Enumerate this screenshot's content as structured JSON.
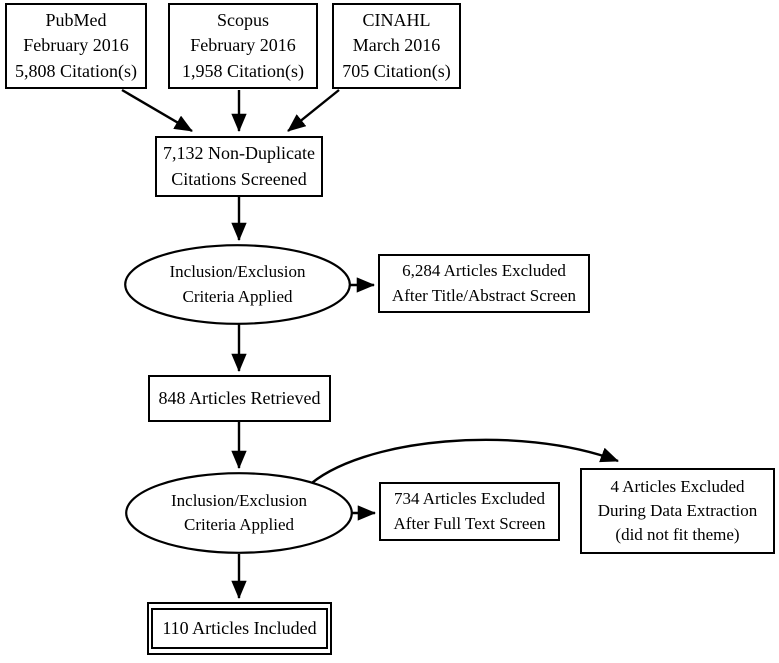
{
  "diagram": {
    "title": "Literature search and selection flow diagram",
    "type": "flowchart",
    "stroke_color": "#000000",
    "background_color": "#ffffff",
    "text_color": "#000000",
    "nodes": {
      "pubmed": {
        "shape": "rectangle",
        "lines": [
          "PubMed",
          "February 2016",
          "5,808 Citation(s)"
        ]
      },
      "scopus": {
        "shape": "rectangle",
        "lines": [
          "Scopus",
          "February 2016",
          "1,958 Citation(s)"
        ]
      },
      "cinahl": {
        "shape": "rectangle",
        "lines": [
          "CINAHL",
          "March 2016",
          "705 Citation(s)"
        ]
      },
      "nonduplicate": {
        "shape": "rectangle",
        "lines": [
          "7,132 Non-Duplicate",
          "Citations Screened"
        ]
      },
      "criteria_title_abstract": {
        "shape": "ellipse",
        "lines": [
          "Inclusion/Exclusion",
          "Criteria Applied"
        ]
      },
      "excluded_title_abstract": {
        "shape": "rectangle",
        "lines": [
          "6,284 Articles Excluded",
          "After Title/Abstract Screen"
        ]
      },
      "retrieved": {
        "shape": "rectangle",
        "lines": [
          "848 Articles Retrieved"
        ]
      },
      "criteria_full_text": {
        "shape": "ellipse",
        "lines": [
          "Inclusion/Exclusion",
          "Criteria Applied"
        ]
      },
      "excluded_full_text": {
        "shape": "rectangle",
        "lines": [
          "734 Articles Excluded",
          "After Full Text Screen"
        ]
      },
      "excluded_data_extraction": {
        "shape": "rectangle",
        "lines": [
          "4 Articles Excluded",
          "During Data Extraction",
          "(did not fit theme)"
        ]
      },
      "included": {
        "shape": "rectangle-double",
        "lines": [
          "110 Articles Included"
        ]
      }
    },
    "edges": [
      {
        "from": "pubmed",
        "to": "nonduplicate",
        "style": "straight-arrow"
      },
      {
        "from": "scopus",
        "to": "nonduplicate",
        "style": "straight-arrow"
      },
      {
        "from": "cinahl",
        "to": "nonduplicate",
        "style": "straight-arrow"
      },
      {
        "from": "nonduplicate",
        "to": "criteria_title_abstract",
        "style": "straight-arrow"
      },
      {
        "from": "criteria_title_abstract",
        "to": "excluded_title_abstract",
        "style": "straight-arrow"
      },
      {
        "from": "criteria_title_abstract",
        "to": "retrieved",
        "style": "straight-arrow"
      },
      {
        "from": "retrieved",
        "to": "criteria_full_text",
        "style": "straight-arrow"
      },
      {
        "from": "criteria_full_text",
        "to": "excluded_full_text",
        "style": "straight-arrow"
      },
      {
        "from": "criteria_full_text",
        "to": "excluded_data_extraction",
        "style": "curved-arrow"
      },
      {
        "from": "criteria_full_text",
        "to": "included",
        "style": "straight-arrow"
      }
    ]
  }
}
